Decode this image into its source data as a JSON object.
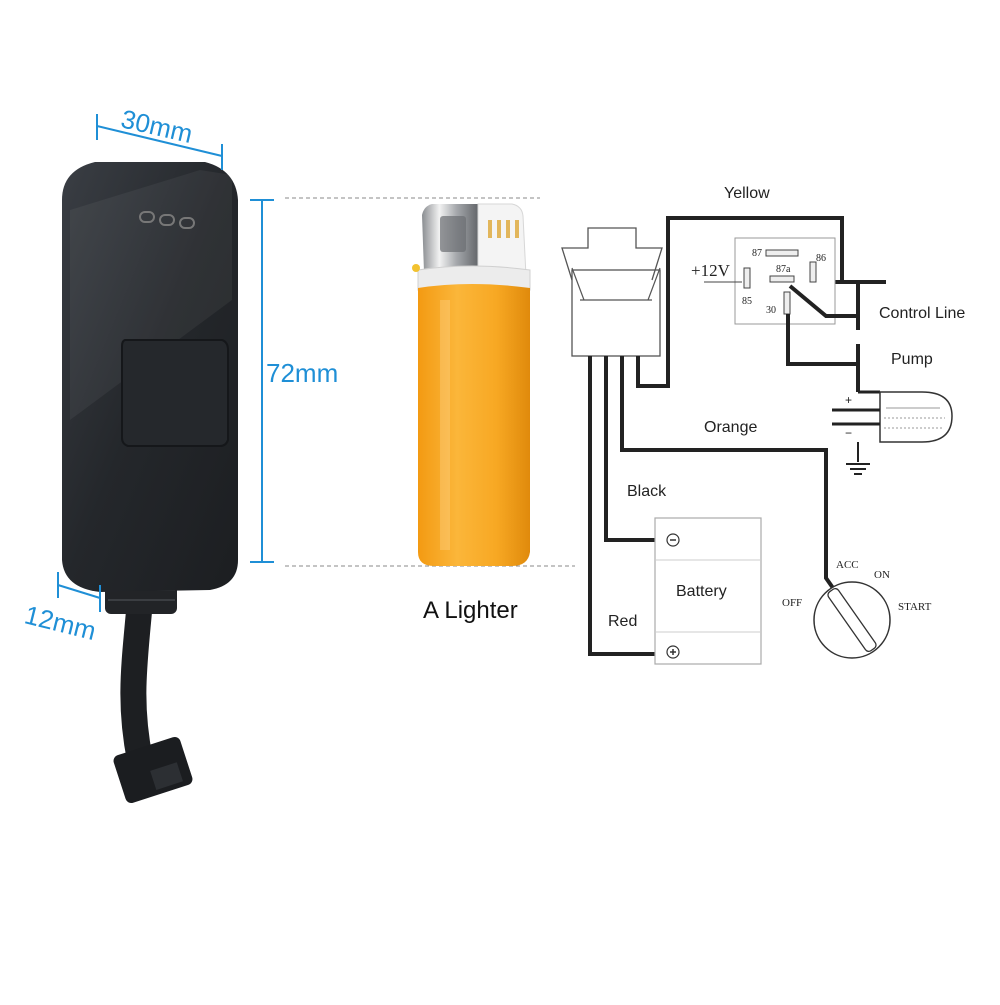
{
  "dimensions": {
    "width": "30mm",
    "height": "72mm",
    "depth": "12mm"
  },
  "lighter_caption": "A Lighter",
  "wires": {
    "yellow": "Yellow",
    "orange": "Orange",
    "black": "Black",
    "red": "Red"
  },
  "relay": {
    "supply": "+12V",
    "pins": {
      "p87": "87",
      "p86": "86",
      "p87a": "87a",
      "p85": "85",
      "p30": "30"
    }
  },
  "labels": {
    "control_line": "Control Line",
    "pump": "Pump",
    "battery": "Battery",
    "plus": "+",
    "minus": "−"
  },
  "ignition": {
    "off": "OFF",
    "acc": "ACC",
    "on": "ON",
    "start": "START"
  },
  "colors": {
    "dimension_blue": "#1f8fd6",
    "lighter_orange": "#f7a823",
    "device_black": "#2b2e33"
  }
}
